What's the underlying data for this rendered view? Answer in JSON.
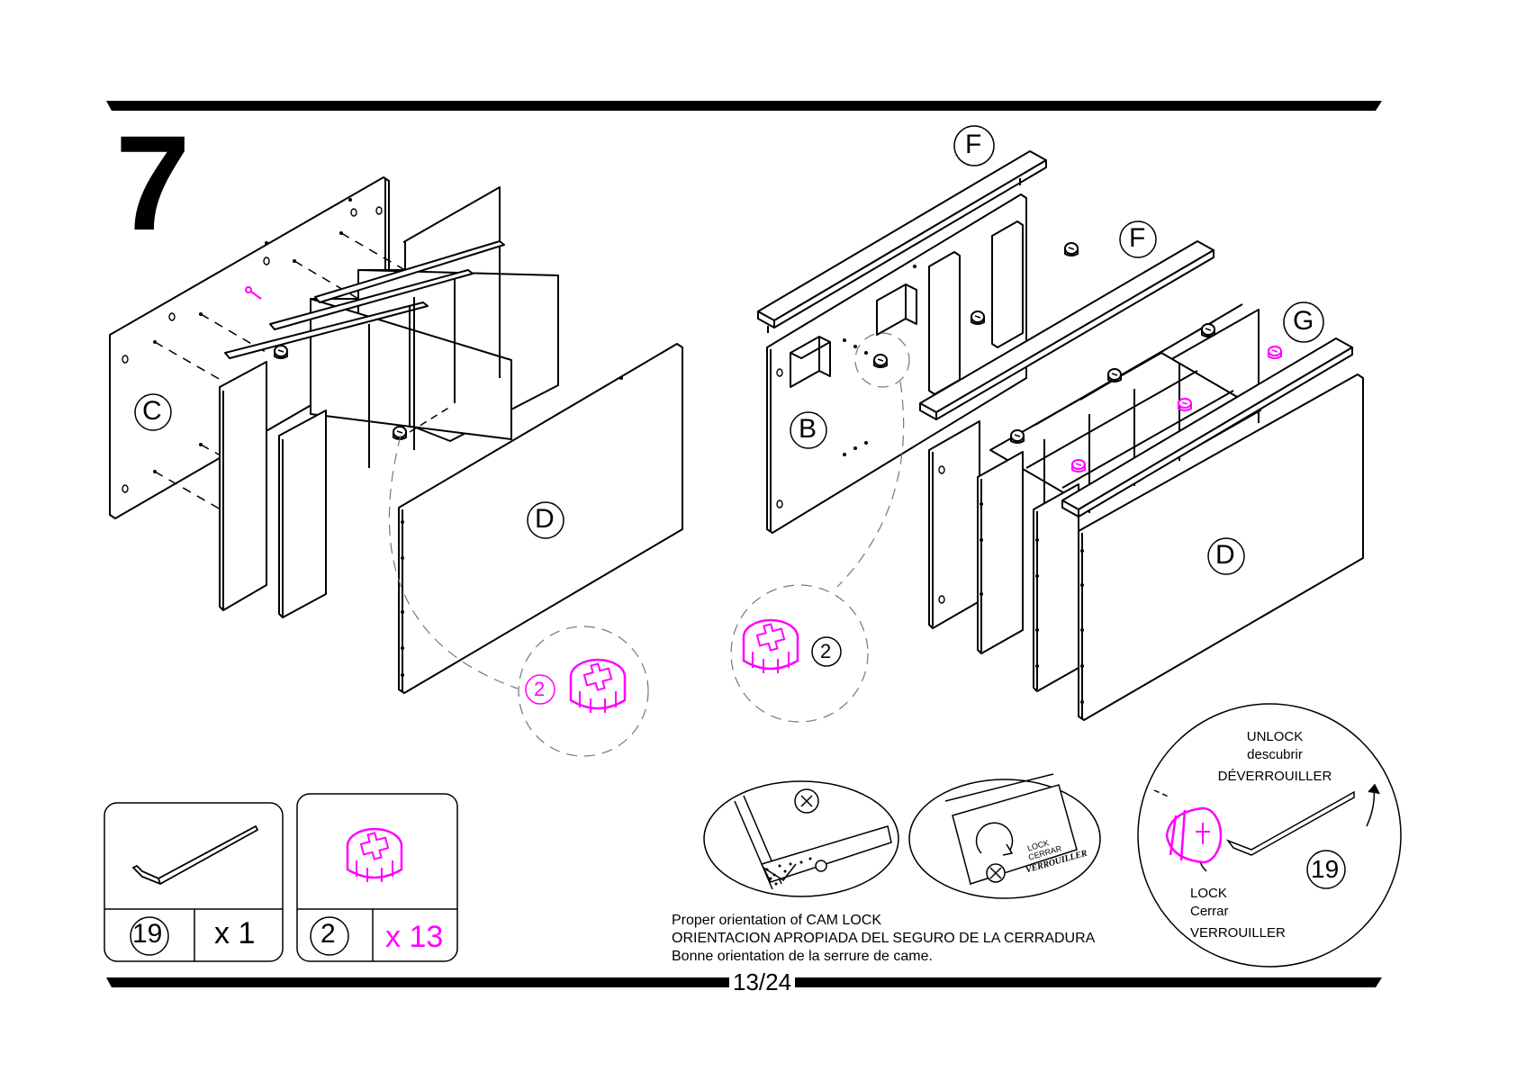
{
  "step_number": "7",
  "panel_labels": {
    "c": "C",
    "b": "B",
    "d_left": "D",
    "d_right": "D",
    "f_top": "F",
    "f_mid": "F",
    "g": "G"
  },
  "cam_callouts": {
    "left_qty": "2",
    "mid_qty": "2"
  },
  "parts_box": {
    "tool_id": "19",
    "tool_qty": "x 1",
    "cam_id": "2",
    "cam_qty": "x 13"
  },
  "orientation_caption": [
    "Proper orientation of CAM LOCK",
    "ORIENTACION APROPIADA DEL SEGURO DE LA CERRADURA",
    "Bonne orientation de la serrure de came."
  ],
  "lock_stamp": [
    "LOCK",
    "CERRAR",
    "VERROUILLER"
  ],
  "dial": {
    "unlock": [
      "UNLOCK",
      "descubrir",
      "DÉVERROUILLER"
    ],
    "lock": [
      "LOCK",
      "Cerrar",
      "VERROUILLER"
    ],
    "tool_id": "19"
  },
  "page_number": "13/24",
  "colors": {
    "ink": "#000000",
    "accent": "#ff00ff",
    "dash": "#777777"
  },
  "icons": [
    "allen-key-icon",
    "cam-lock-icon",
    "lock-arrow-icon",
    "unlock-arrow-icon"
  ]
}
